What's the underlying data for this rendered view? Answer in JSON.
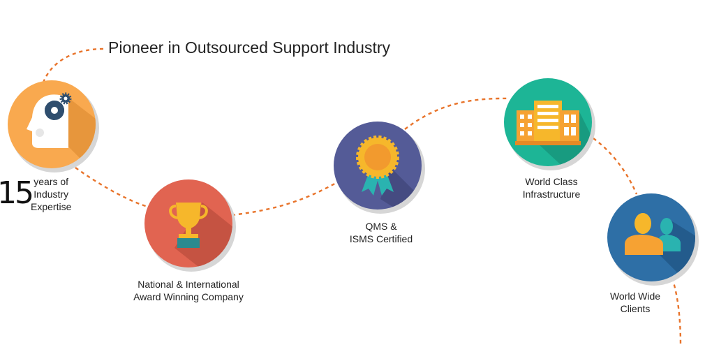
{
  "title": "Pioneer in Outsourced Support Industry",
  "colors": {
    "path": "#e8732a",
    "experience": "#f9a94f",
    "award": "#e16451",
    "certified": "#545b97",
    "infrastructure": "#1db596",
    "clients": "#2e6fa6"
  },
  "milestones": [
    {
      "icon": "head-gears-icon",
      "number": "15",
      "lines": [
        "years of",
        "Industry",
        "Expertise"
      ]
    },
    {
      "icon": "trophy-icon",
      "lines": [
        "National & International",
        "Award Winning Company"
      ]
    },
    {
      "icon": "medal-icon",
      "lines": [
        "QMS &",
        "ISMS Certified"
      ]
    },
    {
      "icon": "building-icon",
      "lines": [
        "World Class",
        "Infrastructure"
      ]
    },
    {
      "icon": "people-icon",
      "lines": [
        "World Wide",
        "Clients"
      ]
    }
  ]
}
